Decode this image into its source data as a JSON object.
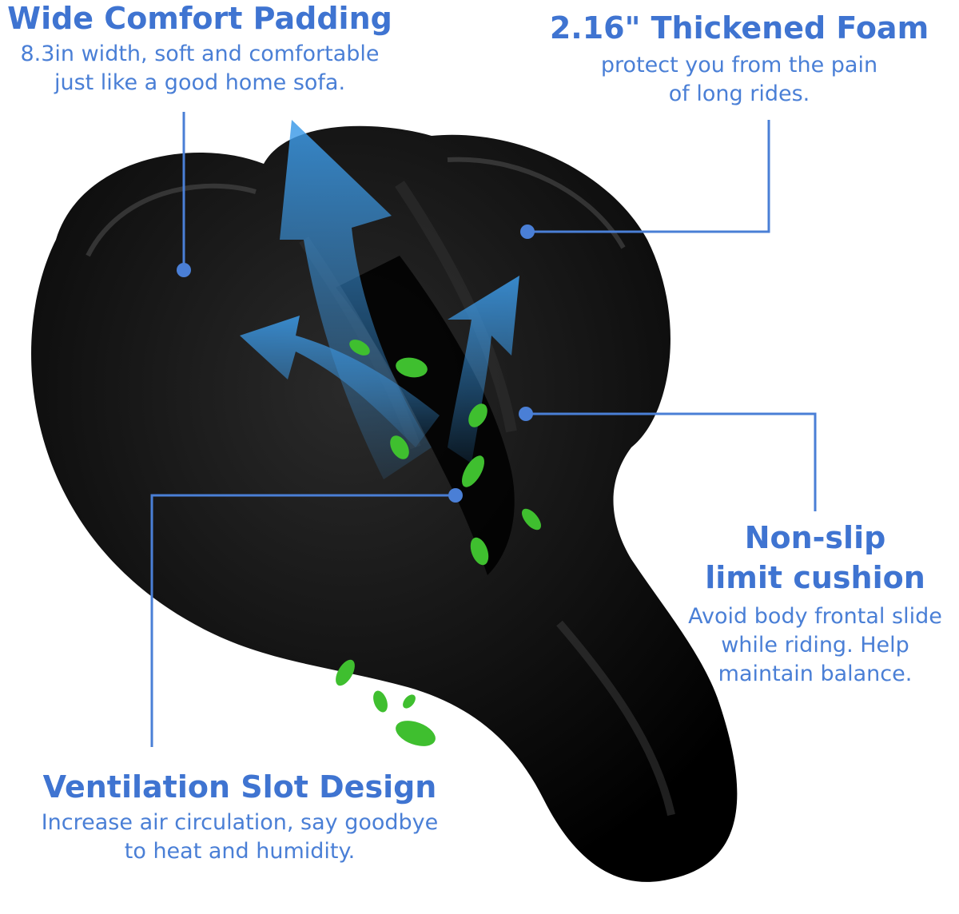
{
  "colors": {
    "accent": "#3f74d1",
    "subtext": "#4a7fd6",
    "saddle": "#0a0a0a",
    "airflow": "#3d9be8",
    "leaf": "#3fbf2f"
  },
  "features": {
    "wide_padding": {
      "title": "Wide Comfort Padding",
      "desc": [
        "8.3in width, soft and comfortable",
        "just like a good home sofa."
      ]
    },
    "thick_foam": {
      "title": "2.16\" Thickened Foam",
      "desc": [
        "protect you from the pain",
        "of long rides."
      ]
    },
    "non_slip": {
      "title": [
        "Non-slip",
        "limit cushion"
      ],
      "desc": [
        "Avoid body frontal slide",
        "while riding. Help",
        "maintain balance."
      ]
    },
    "ventilation": {
      "title": "Ventilation Slot Design",
      "desc": [
        "Increase air circulation, say goodbye",
        "to heat and humidity."
      ]
    }
  },
  "icons": [
    "airflow-arrows-icon",
    "leaf-icon"
  ]
}
